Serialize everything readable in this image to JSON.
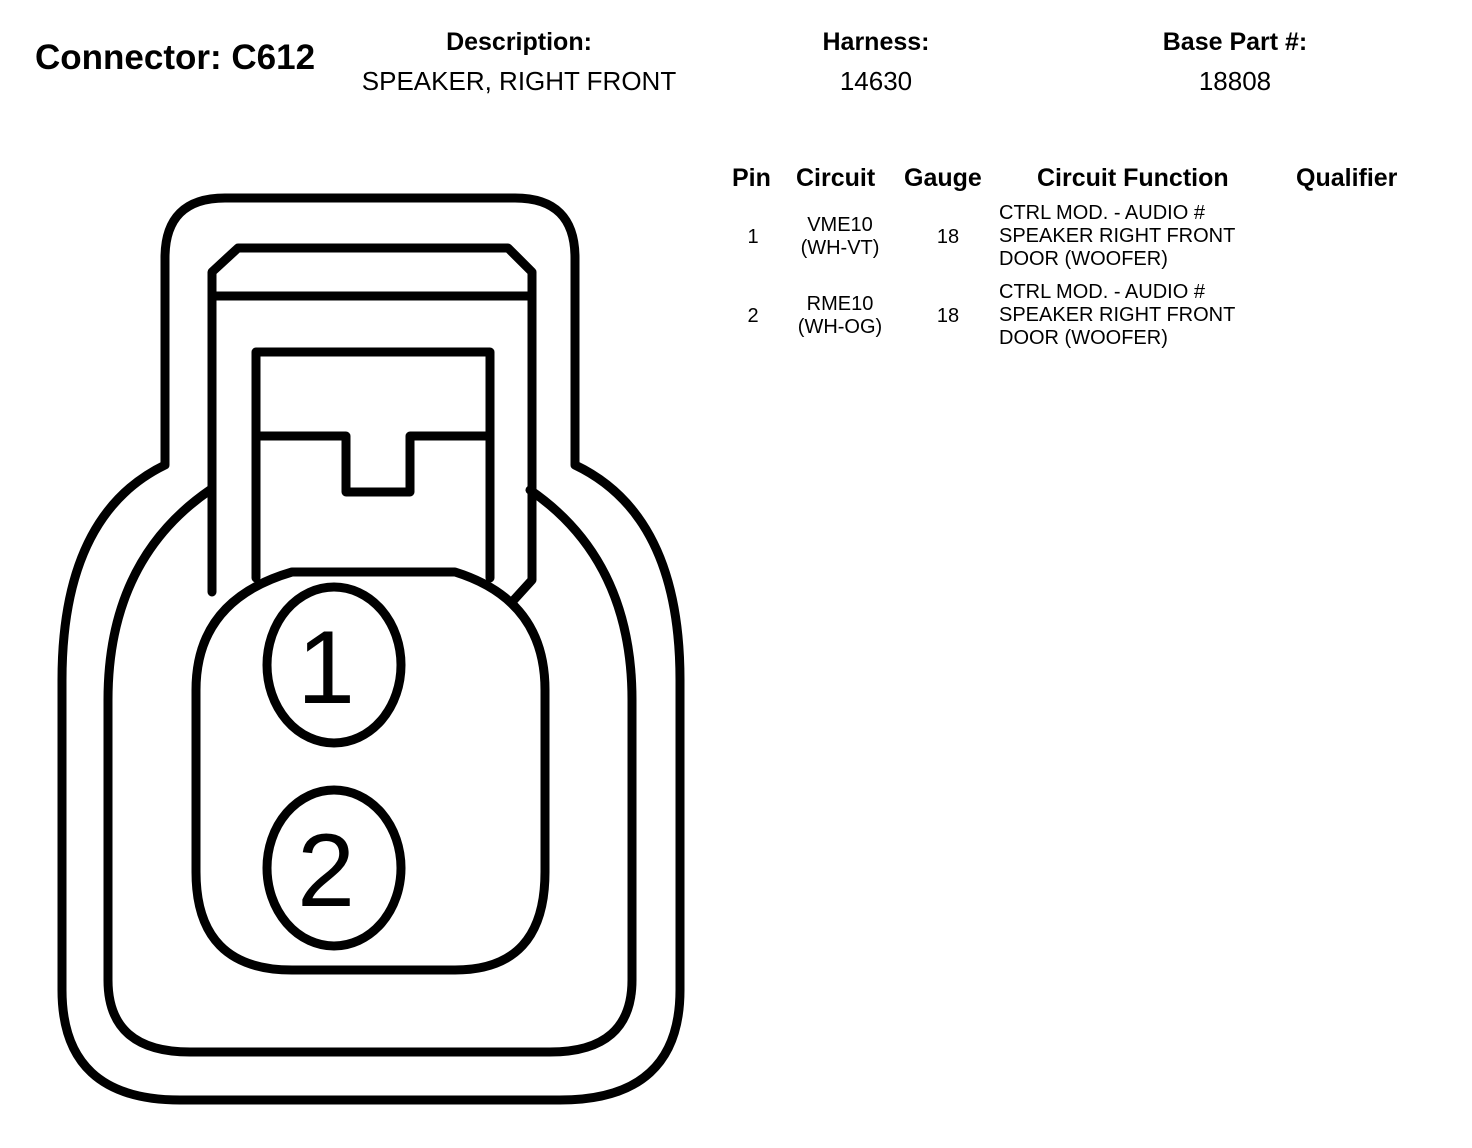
{
  "connector": {
    "title": "Connector: C612"
  },
  "header": {
    "description": {
      "label": "Description:",
      "value": "SPEAKER, RIGHT FRONT"
    },
    "harness": {
      "label": "Harness:",
      "value": "14630"
    },
    "base_part": {
      "label": "Base Part #:",
      "value": "18808"
    }
  },
  "table": {
    "columns": [
      "Pin",
      "Circuit",
      "Gauge",
      "Circuit Function",
      "Qualifier"
    ],
    "rows": [
      {
        "pin": "1",
        "circuit": "VME10\n(WH-VT)",
        "gauge": "18",
        "function": "CTRL MOD. - AUDIO #\nSPEAKER RIGHT FRONT\nDOOR (WOOFER)",
        "qualifier": ""
      },
      {
        "pin": "2",
        "circuit": "RME10\n(WH-OG)",
        "gauge": "18",
        "function": "CTRL MOD. - AUDIO #\nSPEAKER RIGHT FRONT\nDOOR (WOOFER)",
        "qualifier": ""
      }
    ]
  },
  "diagram": {
    "pins": [
      {
        "label": "1"
      },
      {
        "label": "2"
      }
    ],
    "stroke_color": "#000000"
  }
}
